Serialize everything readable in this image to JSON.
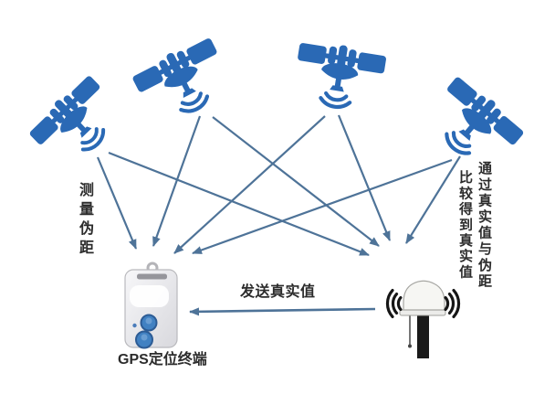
{
  "diagram": {
    "type": "gps-differential-positioning-schematic",
    "labels": {
      "measure_pseudorange": "测量伪距",
      "compare_col_right": "通过真实值与伪距",
      "compare_col_left": "比较得到真实值",
      "send_true_value": "发送真实值",
      "gps_terminal": "GPS定位终端"
    },
    "icons": {
      "satellite": "gps-satellite-icon",
      "terminal": "gps-tracker-device-icon",
      "base_station": "base-station-antenna-icon"
    },
    "colors": {
      "satellite_blue": "#2a69b5",
      "signal_arrow": "#4e7398",
      "label_text": "#2c2c2c",
      "antenna_black": "#161616",
      "device_button_blue": "#4181c2",
      "background": "#ffffff"
    },
    "connections": {
      "satellites_count": 4,
      "satellite_to_terminal_arrows": 4,
      "satellite_to_base_station_arrows": 4,
      "base_station_to_terminal": {
        "label": "发送真实值",
        "direction": "right-to-left"
      }
    }
  }
}
